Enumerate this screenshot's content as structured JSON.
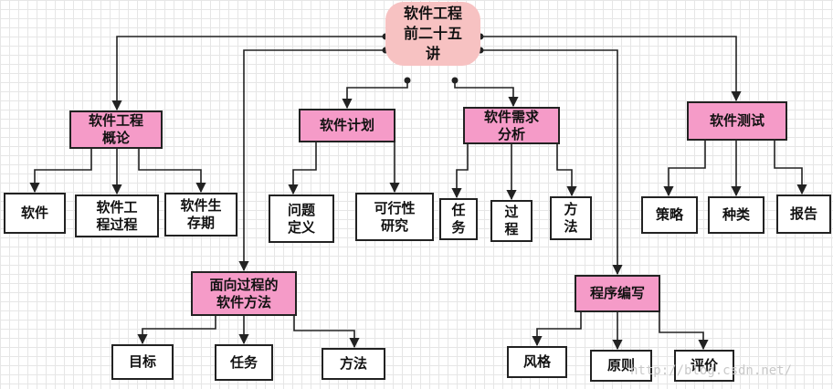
{
  "root": "软件工程\n前二十五\n讲",
  "sections": {
    "overview": {
      "label": "软件工程\n概论",
      "children": [
        "软件",
        "软件工\n程过程",
        "软件生\n存期"
      ]
    },
    "plan": {
      "label": "软件计划",
      "children": [
        "问题\n定义",
        "可行性\n研究"
      ]
    },
    "requirements": {
      "label": "软件需求\n分析",
      "children": [
        "任\n务",
        "过\n程",
        "方\n法"
      ]
    },
    "testing": {
      "label": "软件测试",
      "children": [
        "策略",
        "种类",
        "报告"
      ]
    },
    "process_method": {
      "label": "面向过程的\n软件方法",
      "children": [
        "目标",
        "任务",
        "方法"
      ]
    },
    "coding": {
      "label": "程序编写",
      "children": [
        "风格",
        "原则",
        "评价"
      ]
    }
  },
  "watermark": "http://blog.csdn.net/"
}
